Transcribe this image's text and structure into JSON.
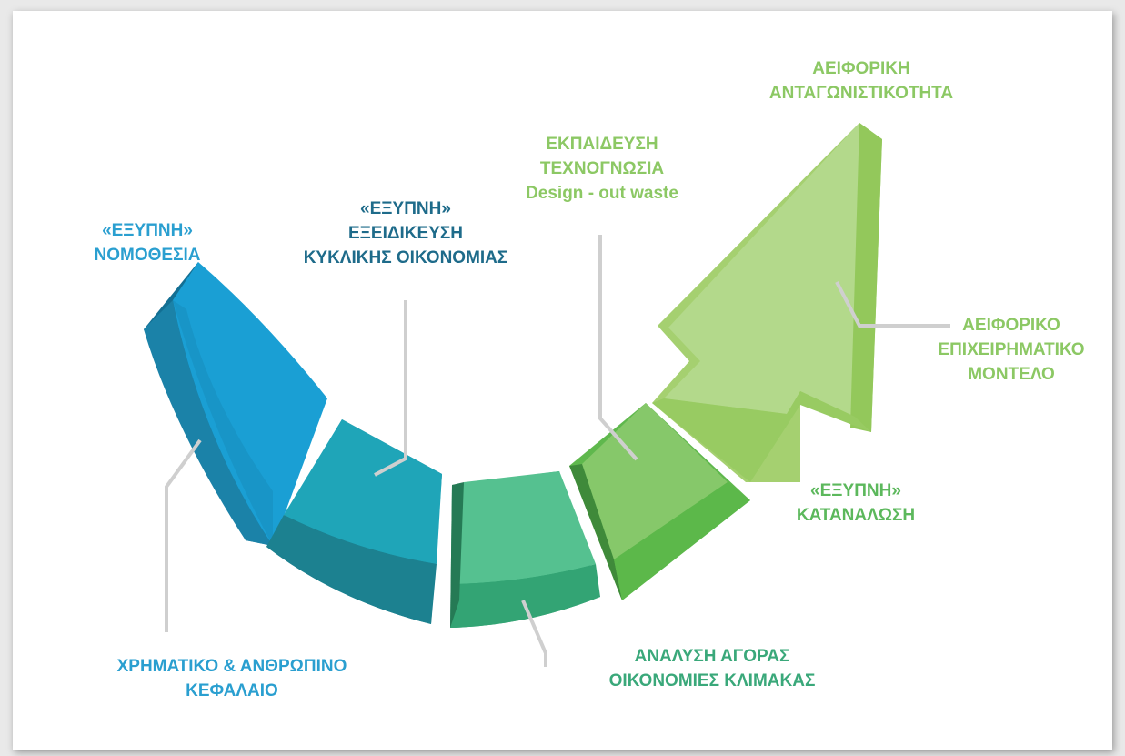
{
  "labels": {
    "smart_legislation": {
      "line1": "«ΕΞΥΠΝΗ»",
      "line2": "ΝΟΜΟΘΕΣΙΑ"
    },
    "smart_specialization": {
      "line1": "«ΕΞΥΠΝΗ»",
      "line2": "ΕΞΕΙΔΙΚΕΥΣΗ",
      "line3": "ΚΥΚΛΙΚΗΣ ΟΙΚΟΝΟΜΙΑΣ"
    },
    "education": {
      "line1": "ΕΚΠΑΙΔΕΥΣΗ",
      "line2": "ΤΕΧΝΟΓΝΩΣΙΑ",
      "line3": "Design - out waste"
    },
    "sustainable_competitiveness": {
      "line1": "ΑΕΙΦΟΡΙΚΗ",
      "line2": "ΑΝΤΑΓΩΝΙΣΤΙΚΟΤΗΤΑ"
    },
    "sustainable_business_model": {
      "line1": "ΑΕΙΦΟΡΙΚΟ",
      "line2": "ΕΠΙΧΕΙΡΗΜΑΤΙΚΟ",
      "line3": "ΜΟΝΤΕΛΟ"
    },
    "smart_consumption": {
      "line1": "«ΕΞΥΠΝΗ»",
      "line2": "ΚΑΤΑΝΑΛΩΣΗ"
    },
    "market_analysis": {
      "line1": "ΑΝΑΛΥΣΗ ΑΓΟΡΑΣ",
      "line2": "ΟΙΚΟΝΟΜΙΕΣ ΚΛΙΜΑΚΑΣ"
    },
    "capital": {
      "line1": "ΧΡΗΜΑΤΙΚΟ & ΑΝΘΡΩΠΙΝΟ",
      "line2": "ΚΕΦΑΛΑΙΟ"
    }
  },
  "colors": {
    "segment1": "#1a9fd4",
    "segment2": "#1fa5b8",
    "segment3": "#55c190",
    "segment4": "#86c86a",
    "arrow": "#b3d98b",
    "connector": "#cfcfcf"
  }
}
